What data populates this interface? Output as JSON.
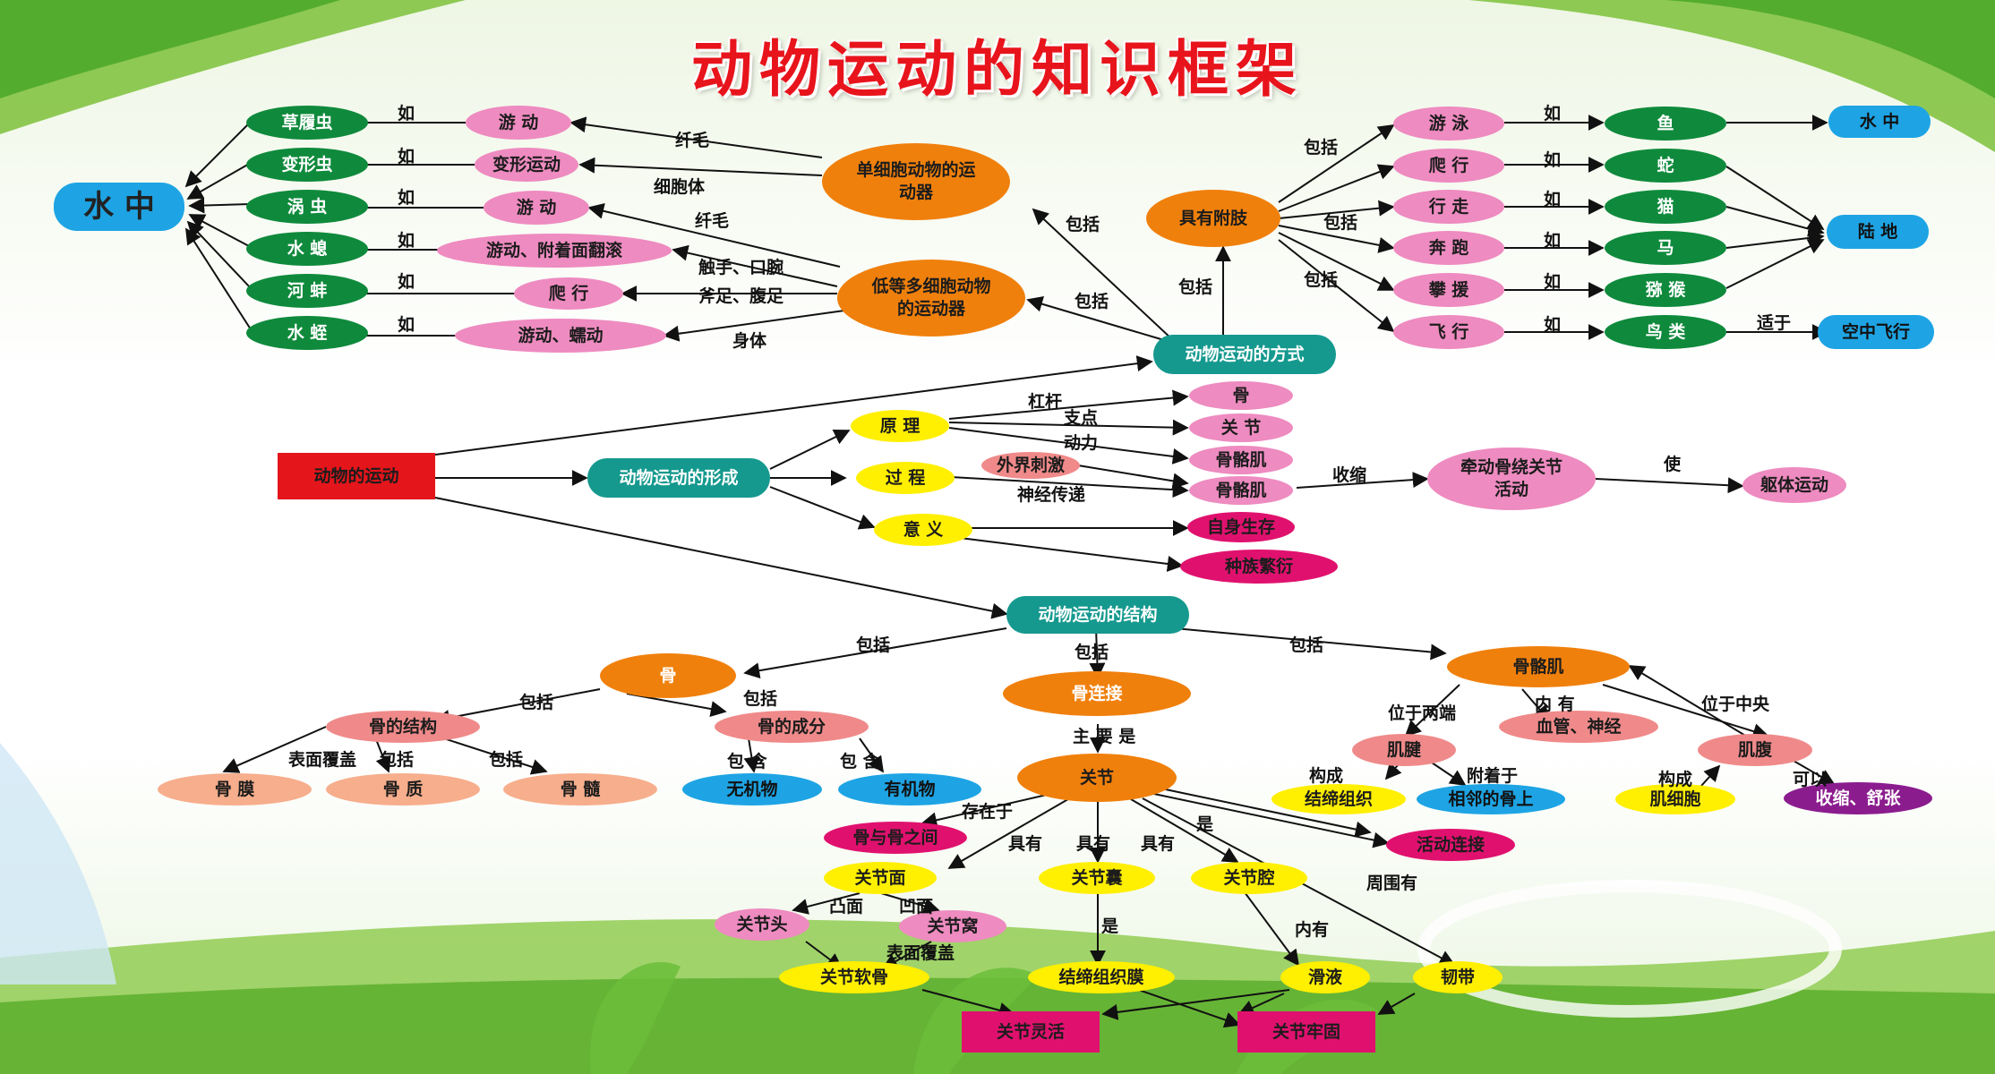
{
  "title": "动物运动的知识框架",
  "nodes": {
    "zlc": "草履虫",
    "bxc": "变形虫",
    "wc": "涡 虫",
    "ss": "水 螅",
    "hb": "河 蚌",
    "sz": "水 蛭",
    "water_left": "水 中",
    "yd1": "游 动",
    "bxyd": "变形运动",
    "yd2": "游 动",
    "ydfg": "游动、附着面翻滚",
    "px": "爬 行",
    "ydrd": "游动、蠕动",
    "dxb": "单细胞动物的运动器",
    "ddx": "低等多细胞动物的运动器",
    "jyfz": "具有附肢",
    "yy": "游 泳",
    "pxing": "爬 行",
    "xz": "行 走",
    "bp": "奔 跑",
    "py": "攀 援",
    "fx": "飞 行",
    "yu": "鱼",
    "she": "蛇",
    "mao": "猫",
    "ma": "马",
    "hh": "猕 猴",
    "nl": "鸟 类",
    "water_right": "水 中",
    "ld": "陆 地",
    "kzfx": "空中飞行",
    "ydfs": "动物运动的方式",
    "dwdyd": "动物的运动",
    "xc": "动物运动的形成",
    "yl": "原 理",
    "gc": "过 程",
    "yy2": "意 义",
    "gu1": "骨",
    "gj": "关 节",
    "ggj1": "骨骼肌",
    "ggj2": "骨骼肌",
    "wjcj": "外界刺激",
    "zssc": "自身生存",
    "zzfy": "种族繁衍",
    "qd": "牵动骨绕关节活动",
    "qtyd": "躯体运动",
    "jg": "动物运动的结构",
    "gu": "骨",
    "glj": "骨连接",
    "ggj3": "骨骼肌",
    "gdjg": "骨的结构",
    "gdcf": "骨的成分",
    "gm": "骨 膜",
    "gz": "骨 质",
    "gs": "骨 髓",
    "wjw": "无机物",
    "yjw": "有机物",
    "guanjie": "关节",
    "ggzj": "骨与骨之间",
    "hdlj": "活动连接",
    "gjm": "关节面",
    "gjn": "关节囊",
    "gjq": "关节腔",
    "gjt": "关节头",
    "gjw": "关节窝",
    "gjrg": "关节软骨",
    "jdzzm": "结缔组织膜",
    "hy": "滑液",
    "rd": "韧带",
    "gjlh": "关节灵活",
    "gjlg": "关节牢固",
    "jj": "肌腱",
    "xgsj": "血管、神经",
    "jf": "肌腹",
    "jdzz": "结缔组织",
    "xldgs": "相邻的骨上",
    "jxb": "肌细胞",
    "ssz": "收缩、舒张"
  },
  "labels": {
    "ru1": "如",
    "ru2": "如",
    "ru3": "如",
    "ru4": "如",
    "ru5": "如",
    "ru6": "如",
    "xm1": "纤毛",
    "xbt": "细胞体",
    "xm2": "纤毛",
    "csk": "触手、口腕",
    "fz": "斧足、腹足",
    "st": "身体",
    "bk1": "包括",
    "bk2": "包括",
    "bk3": "包括",
    "bk4": "包括",
    "bk5": "包括",
    "bk6": "包括",
    "ru7": "如",
    "ru8": "如",
    "ru9": "如",
    "ru10": "如",
    "ru11": "如",
    "ru12": "如",
    "sy": "适于",
    "gg": "杠杆",
    "zd": "支点",
    "dl": "动力",
    "sjcd": "神经传递",
    "ss": "收缩",
    "shi": "使",
    "bk7": "包括",
    "bk8": "包括",
    "bk9": "包括",
    "bk10": "包括",
    "bk11": "包括",
    "bk12": "包括",
    "bmfg": "表面覆盖",
    "bk13": "包括",
    "bk14": "包括",
    "bh1": "包 含",
    "bh2": "包 含",
    "zys": "主 要 是",
    "czy": "存在于",
    "jy1": "具有",
    "jy2": "具有",
    "jy3": "具有",
    "shi2": "是",
    "zwy": "周围有",
    "tm": "凸面",
    "am": "凹面",
    "bmfg2": "表面覆盖",
    "shi3": "是",
    "ny": "内有",
    "wylz": "位于两端",
    "ny2": "内 有",
    "wyzy": "位于中央",
    "gc1": "构成",
    "fzy": "附着于",
    "gc2": "构成",
    "ky": "可以"
  }
}
